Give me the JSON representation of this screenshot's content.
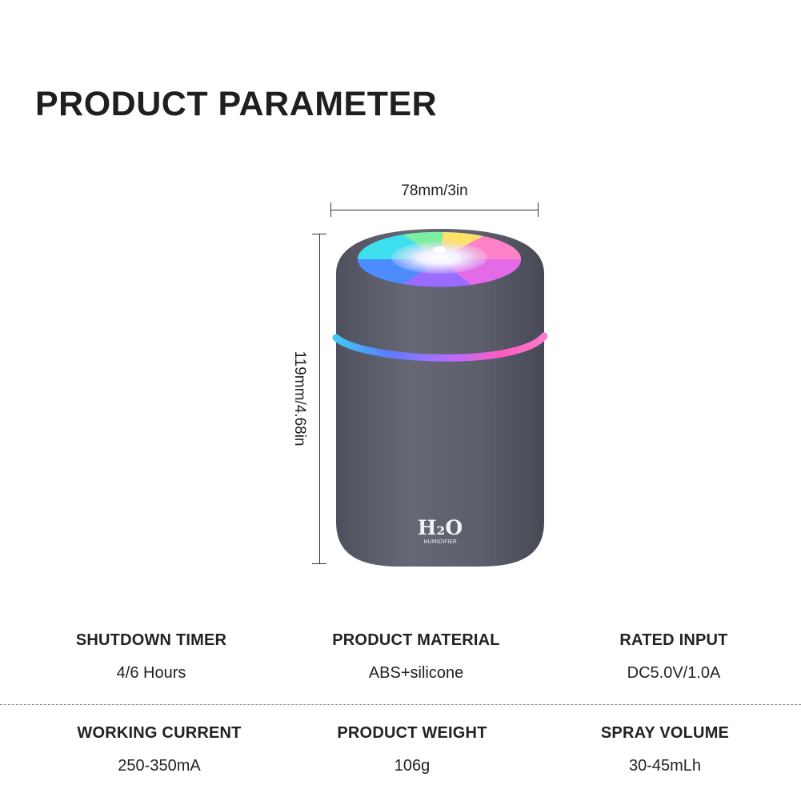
{
  "title": "PRODUCT PARAMETER",
  "dimensions": {
    "width": "78mm/3in",
    "height": "119mm/4.68in"
  },
  "product": {
    "logo_main": "H₂O",
    "logo_sub": "HUMIDIFIER",
    "body_color": "#5d5f6d",
    "light_colors": [
      "#36d8f0",
      "#5f8bff",
      "#c86cff",
      "#ff5ec4",
      "#ffe26a",
      "#7cf0a0"
    ]
  },
  "params": [
    {
      "label": "SHUTDOWN TIMER",
      "value": "4/6 Hours"
    },
    {
      "label": "PRODUCT MATERIAL",
      "value": "ABS+silicone"
    },
    {
      "label": "RATED INPUT",
      "value": "DC5.0V/1.0A"
    },
    {
      "label": "WORKING CURRENT",
      "value": "250-350mA"
    },
    {
      "label": "PRODUCT WEIGHT",
      "value": "106g"
    },
    {
      "label": "SPRAY VOLUME",
      "value": "30-45mLh"
    }
  ]
}
